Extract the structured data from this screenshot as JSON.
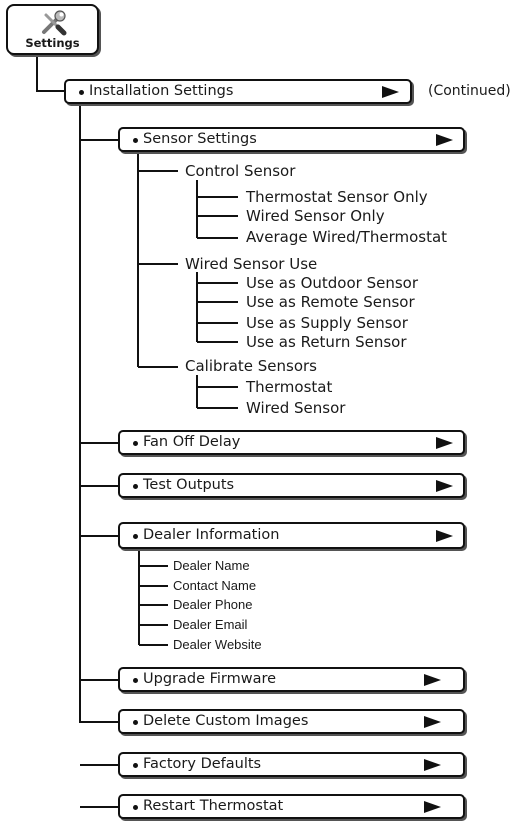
{
  "root": {
    "label": "Settings",
    "icon": "wrench-screwdriver-icon"
  },
  "installation": {
    "label": "Installation Settings",
    "note": "(Continued)"
  },
  "sensor": {
    "label": "Sensor Settings",
    "control": {
      "label": "Control Sensor",
      "items": [
        "Thermostat Sensor Only",
        "Wired Sensor Only",
        "Average Wired/Thermostat"
      ]
    },
    "wired": {
      "label": "Wired Sensor Use",
      "items": [
        "Use as Outdoor Sensor",
        "Use as Remote Sensor",
        "Use as Supply Sensor",
        "Use as Return Sensor"
      ]
    },
    "calibrate": {
      "label": "Calibrate Sensors",
      "items": [
        "Thermostat",
        "Wired Sensor"
      ]
    }
  },
  "fan": {
    "label": "Fan Off Delay"
  },
  "test": {
    "label": "Test Outputs"
  },
  "dealer": {
    "label": "Dealer Information",
    "items": [
      "Dealer Name",
      "Contact Name",
      "Dealer Phone",
      "Dealer Email",
      "Dealer Website"
    ]
  },
  "upgrade": {
    "label": "Upgrade Firmware"
  },
  "delete": {
    "label": "Delete Custom Images"
  },
  "factory": {
    "label": "Factory Defaults"
  },
  "restart": {
    "label": "Restart Thermostat"
  }
}
